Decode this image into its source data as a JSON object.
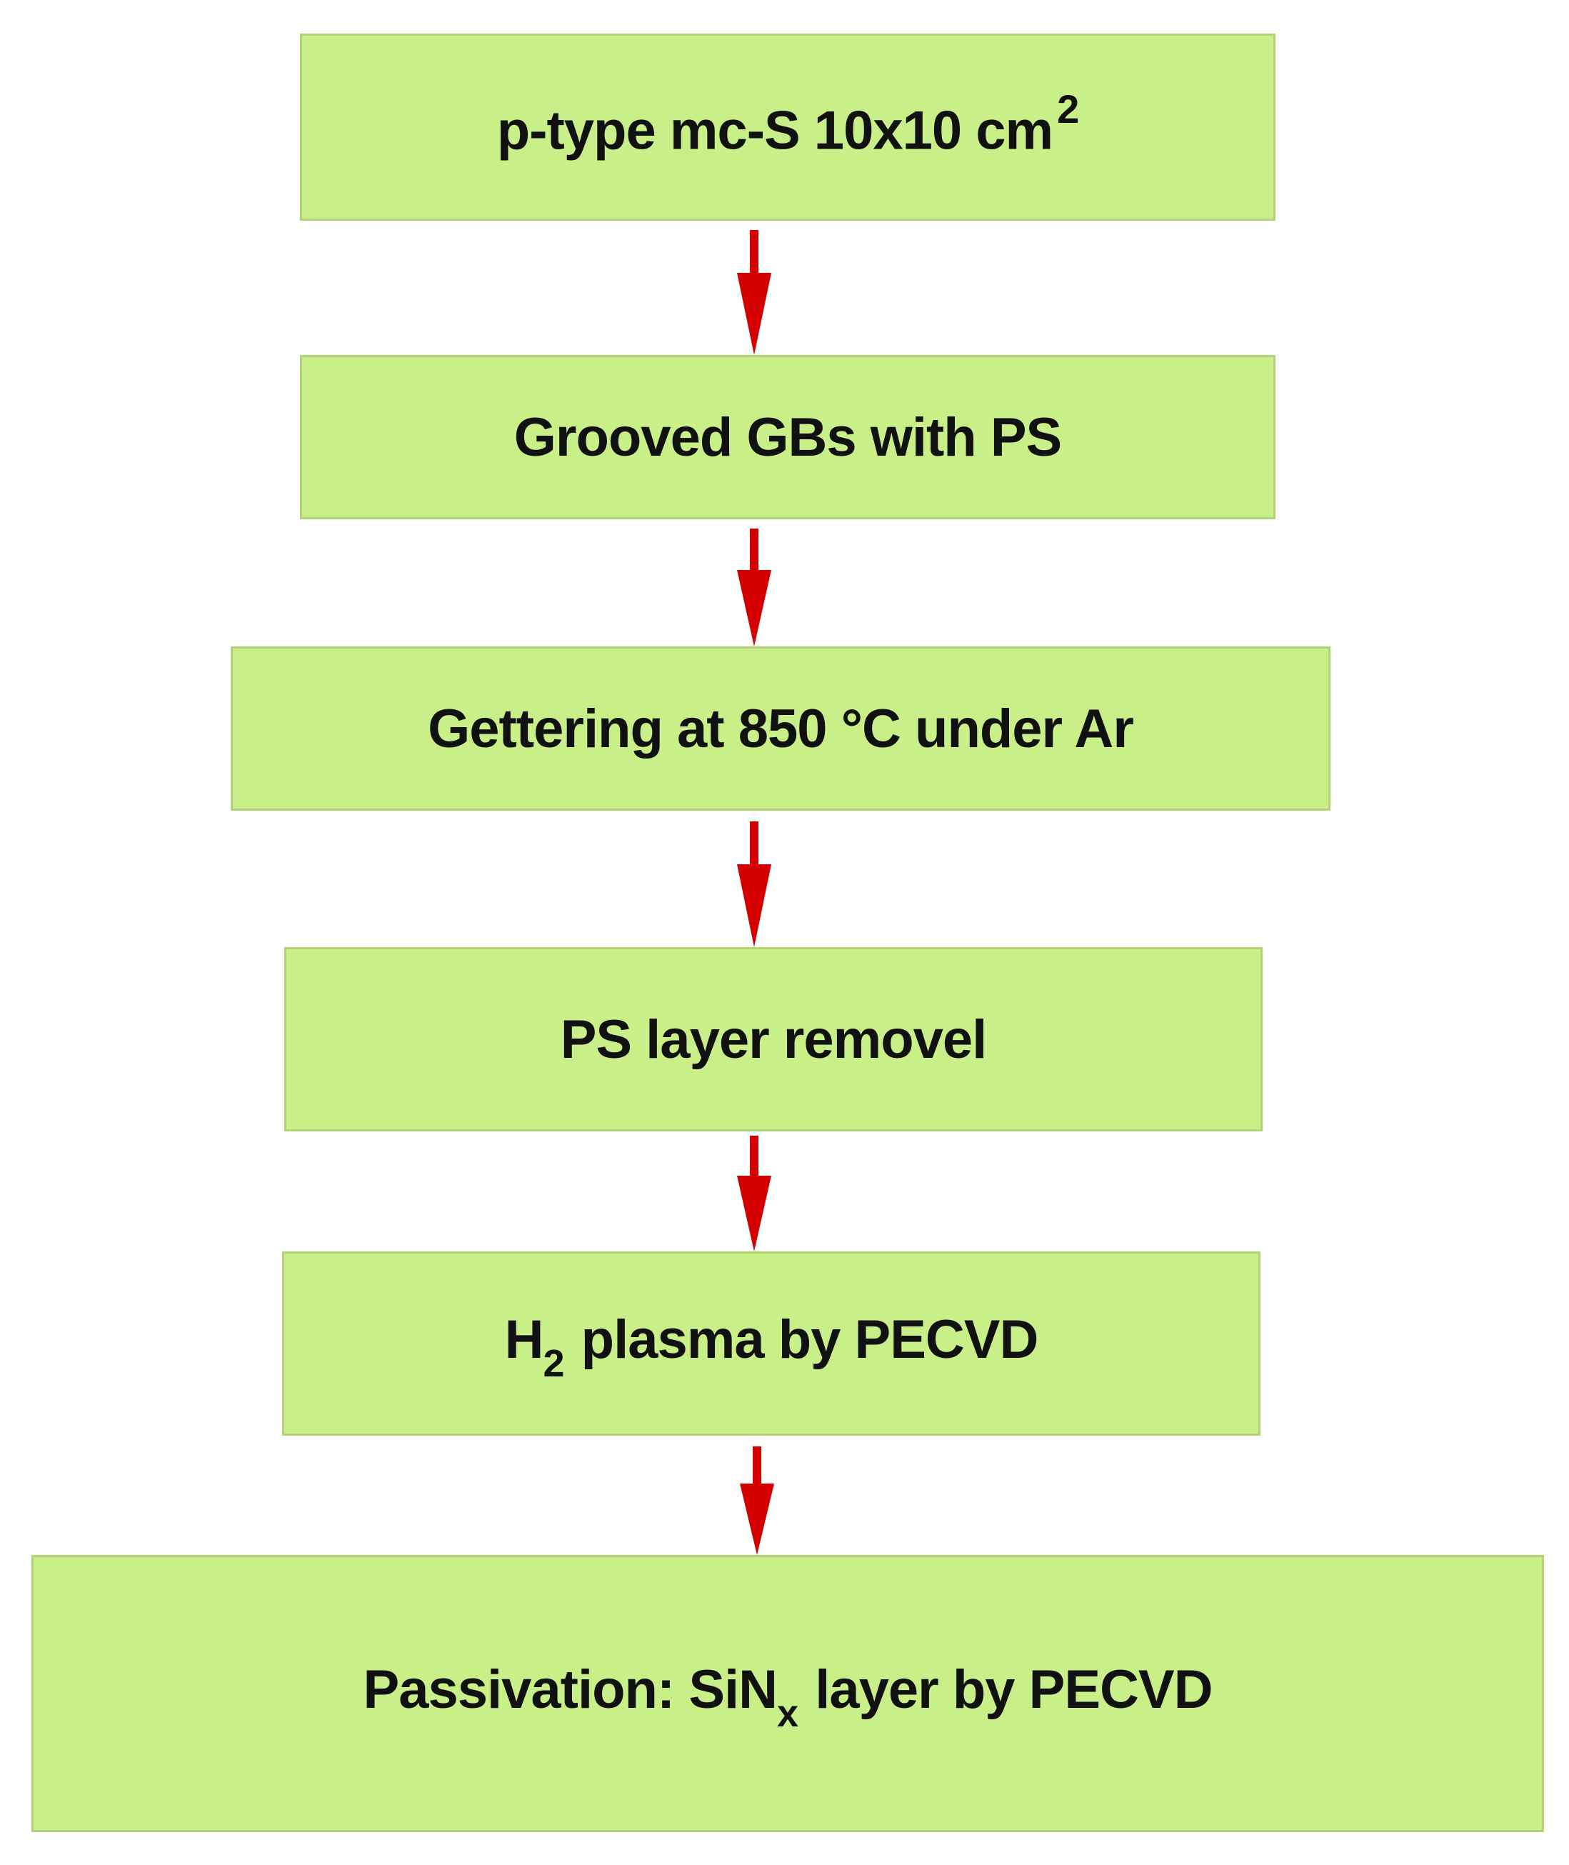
{
  "steps": [
    {
      "text": "p-type mc-S 10x10 cm",
      "sup": "2"
    },
    {
      "text": "Grooved GBs with PS"
    },
    {
      "text": "Gettering at 850 °C under Ar"
    },
    {
      "text": "PS layer removel"
    },
    {
      "pre": "H",
      "sub": "2",
      "post": " plasma by PECVD"
    },
    {
      "pre": "Passivation: SiN",
      "sub": "x",
      "post": " layer by PECVD"
    }
  ],
  "colors": {
    "box_fill": "#c8ef88",
    "box_border": "#b3d27a",
    "arrow": "#d40000",
    "text": "#111111"
  }
}
